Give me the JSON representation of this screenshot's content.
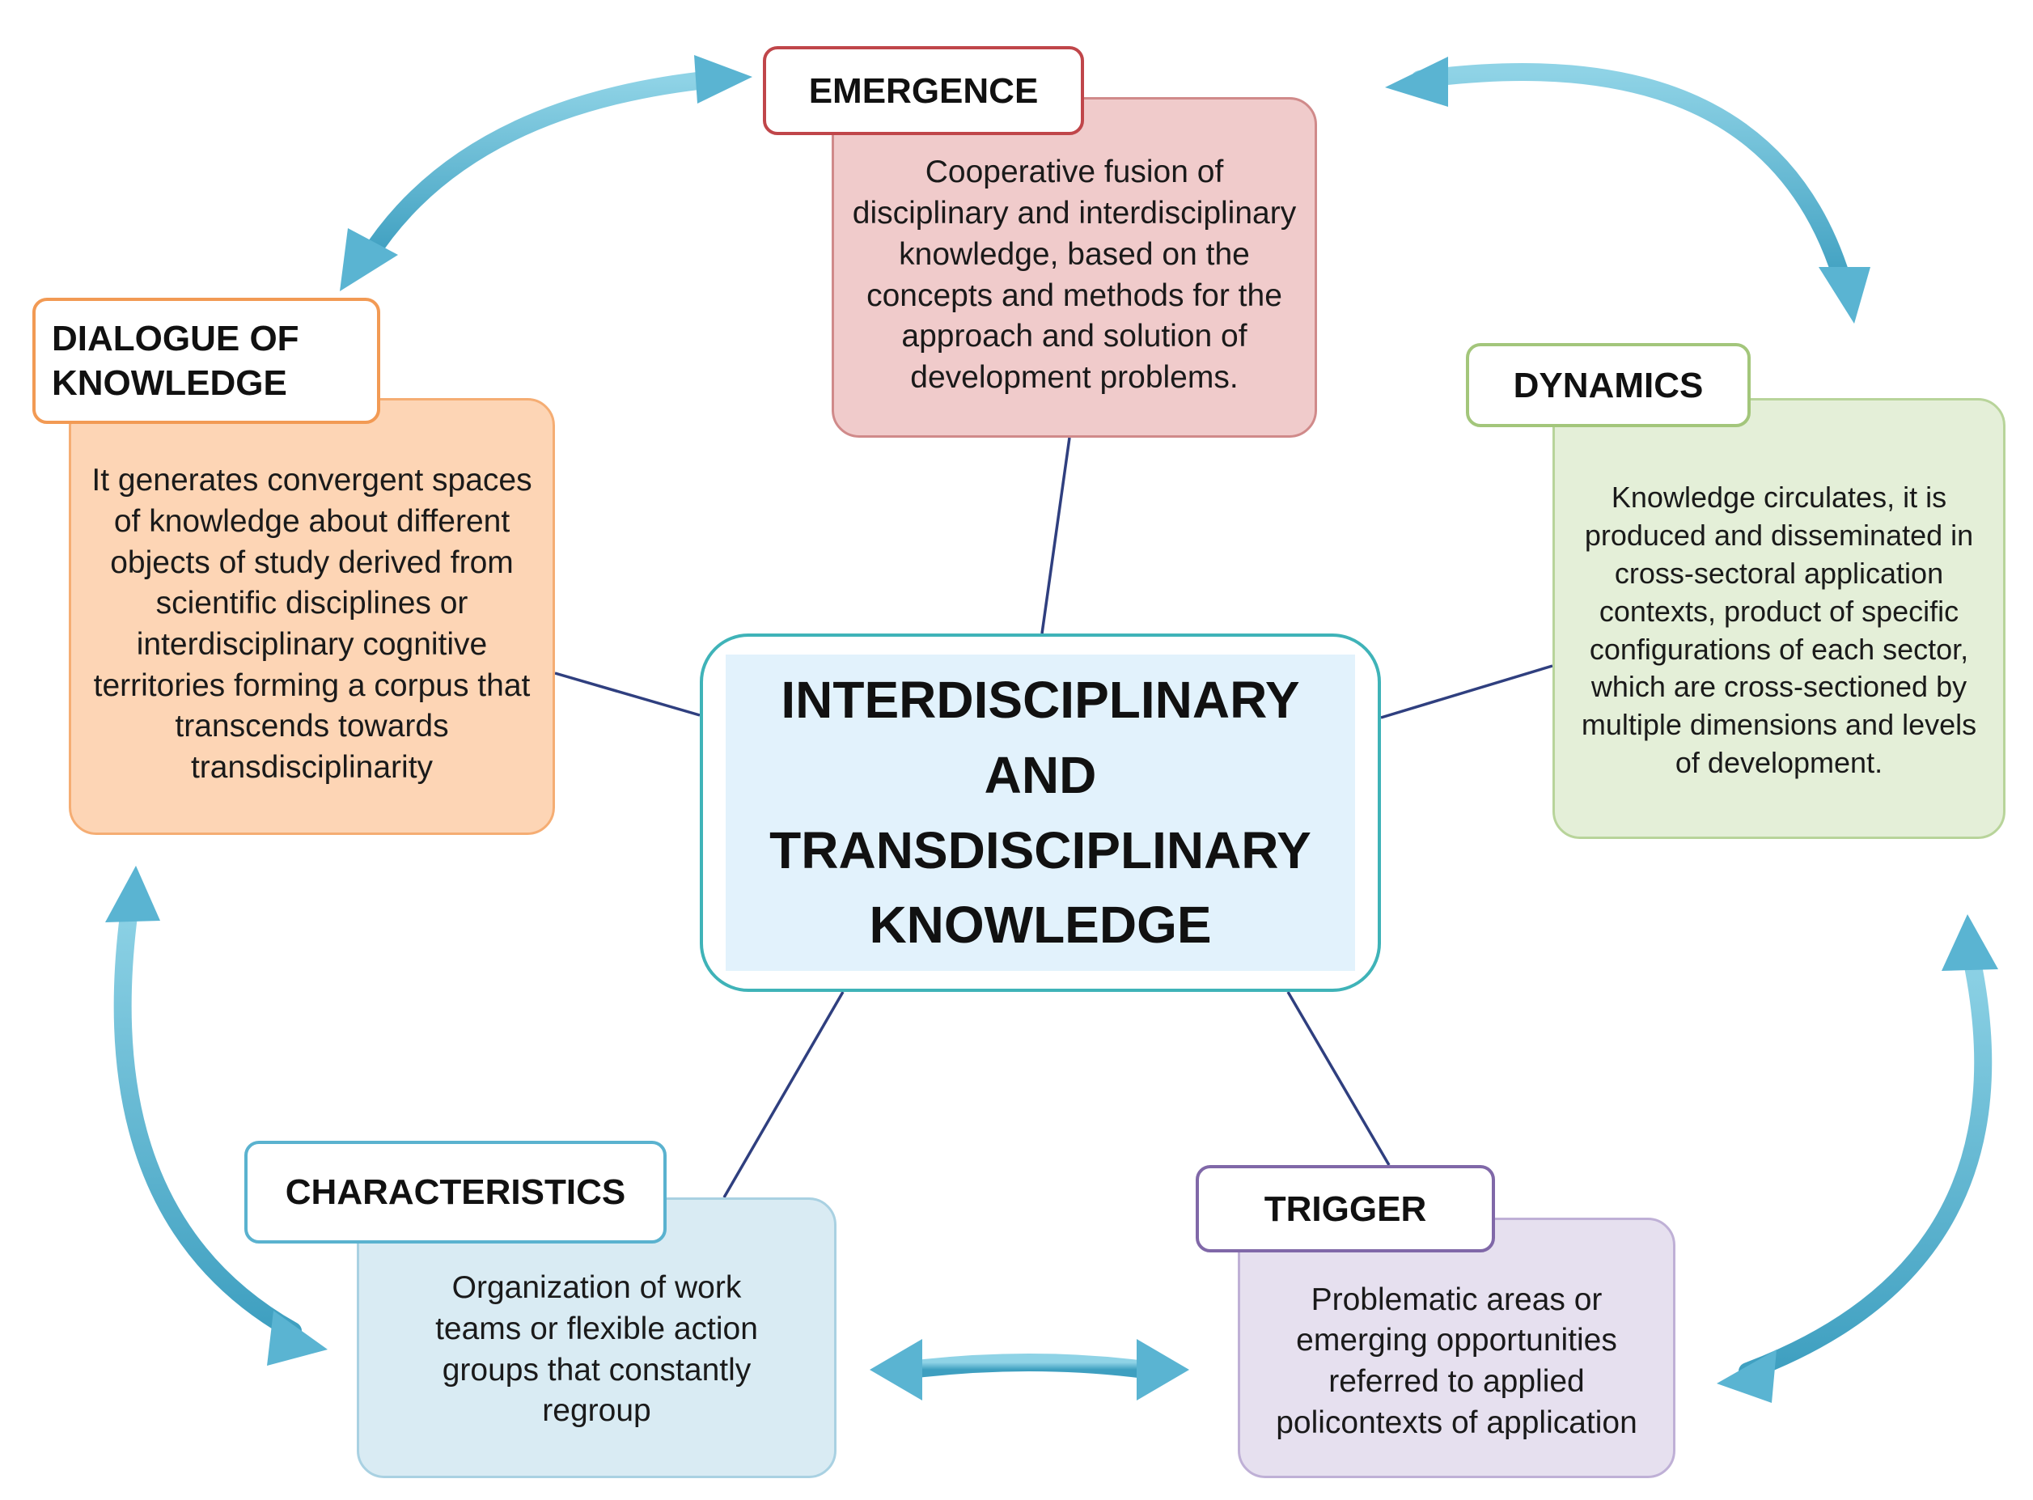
{
  "center": {
    "title": "INTERDISCIPLINARY\nAND\nTRANSDISCIPLINARY\nKNOWLEDGE"
  },
  "nodes": {
    "emergence": {
      "title": "EMERGENCE",
      "text": "Cooperative fusion of disciplinary and interdisciplinary knowledge, based on the concepts and methods for the approach and solution of development problems."
    },
    "dialogue": {
      "title": "DIALOGUE OF KNOWLEDGE",
      "text": "It generates convergent spaces of knowledge about different objects of study derived from scientific disciplines or interdisciplinary cognitive territories forming a corpus that transcends towards transdisciplinarity"
    },
    "dynamics": {
      "title": "DYNAMICS",
      "text": "Knowledge circulates, it is produced and disseminated in cross-sectoral application contexts, product of specific configurations of each sector, which are cross-sectioned by multiple dimensions and levels of development."
    },
    "characteristics": {
      "title": "CHARACTERISTICS",
      "text": "Organization of work teams or flexible action groups that constantly regroup"
    },
    "trigger": {
      "title": "TRIGGER",
      "text": "Problematic areas or emerging opportunities referred to applied policontexts of application"
    }
  },
  "colors": {
    "emergence": {
      "fill": "#f0cbcb",
      "border": "#d08a8a",
      "tag_border": "#c0464a"
    },
    "dialogue": {
      "fill": "#fdd5b5",
      "border": "#f5ad73",
      "tag_border": "#f29a54"
    },
    "dynamics": {
      "fill": "#e4efd8",
      "border": "#b8d49a",
      "tag_border": "#a3c67b"
    },
    "characteristics": {
      "fill": "#d9ebf3",
      "border": "#a9d1e2",
      "tag_border": "#5ab2cf"
    },
    "trigger": {
      "fill": "#e6e0ef",
      "border": "#bfb0d6",
      "tag_border": "#8068a8"
    },
    "connector": "#2f3f7f",
    "arrow": "#62bcd6"
  }
}
